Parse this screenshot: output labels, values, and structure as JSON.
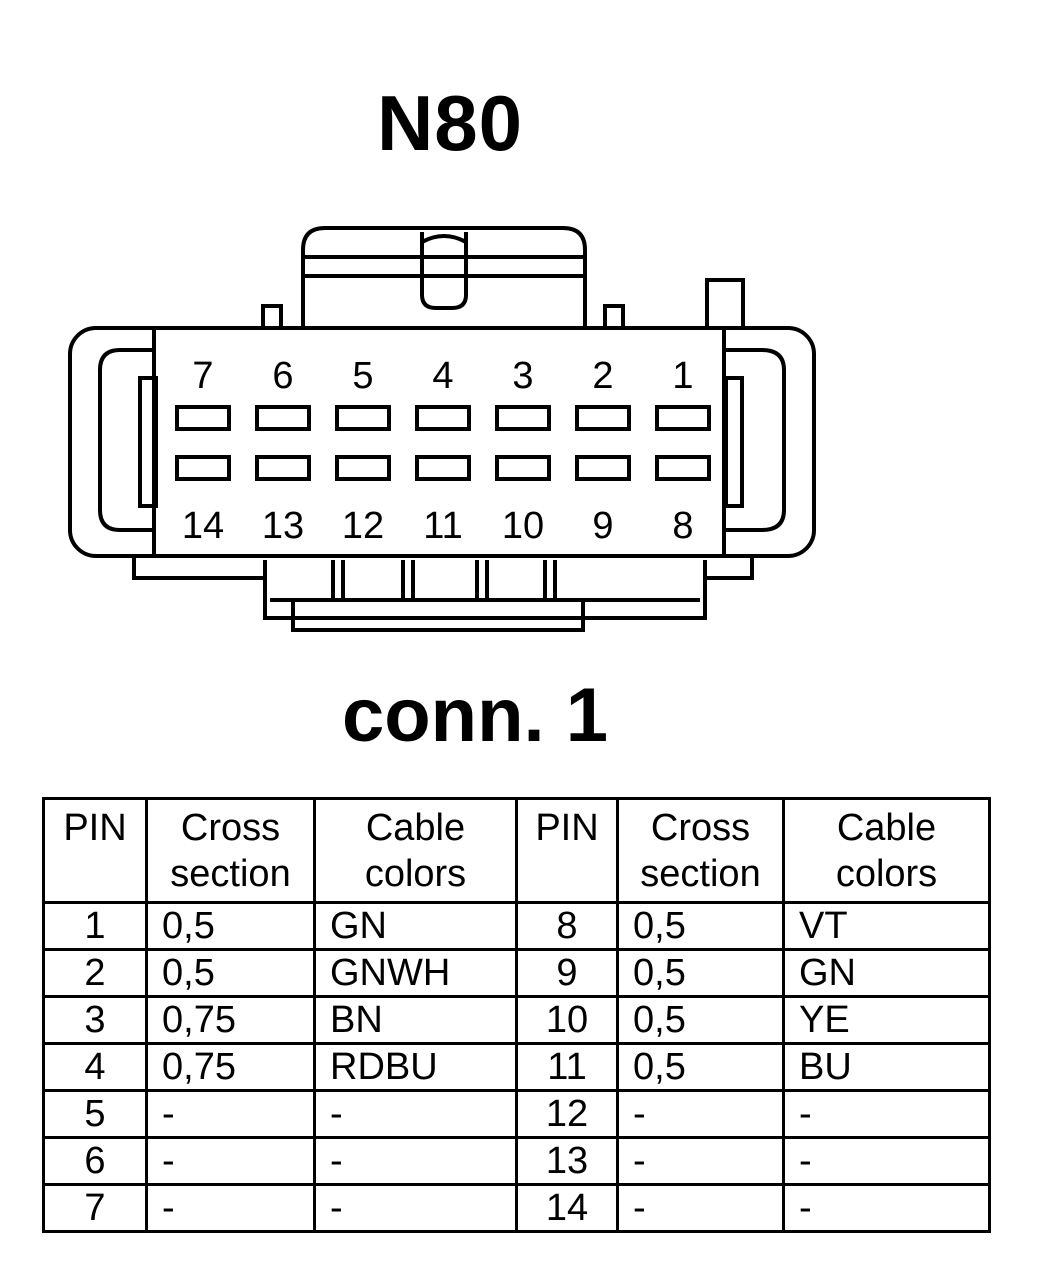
{
  "title": "N80",
  "subtitle": "conn. 1",
  "connector": {
    "top_pins": [
      "7",
      "6",
      "5",
      "4",
      "3",
      "2",
      "1"
    ],
    "bottom_pins": [
      "14",
      "13",
      "12",
      "11",
      "10",
      "9",
      "8"
    ]
  },
  "table": {
    "headers": {
      "pin": "PIN",
      "cross_1": "Cross",
      "cross_2": "section",
      "cable_1": "Cable",
      "cable_2": "colors"
    },
    "rows": [
      {
        "pin_a": "1",
        "cross_a": "0,5",
        "color_a": "GN",
        "pin_b": "8",
        "cross_b": "0,5",
        "color_b": "VT"
      },
      {
        "pin_a": "2",
        "cross_a": "0,5",
        "color_a": "GNWH",
        "pin_b": "9",
        "cross_b": "0,5",
        "color_b": "GN"
      },
      {
        "pin_a": "3",
        "cross_a": "0,75",
        "color_a": "BN",
        "pin_b": "10",
        "cross_b": "0,5",
        "color_b": "YE"
      },
      {
        "pin_a": "4",
        "cross_a": "0,75",
        "color_a": "RDBU",
        "pin_b": "11",
        "cross_b": "0,5",
        "color_b": "BU"
      },
      {
        "pin_a": "5",
        "cross_a": "-",
        "color_a": "-",
        "pin_b": "12",
        "cross_b": "-",
        "color_b": "-"
      },
      {
        "pin_a": "6",
        "cross_a": "-",
        "color_a": "-",
        "pin_b": "13",
        "cross_b": "-",
        "color_b": "-"
      },
      {
        "pin_a": "7",
        "cross_a": "-",
        "color_a": "-",
        "pin_b": "14",
        "cross_b": "-",
        "color_b": "-"
      }
    ]
  }
}
